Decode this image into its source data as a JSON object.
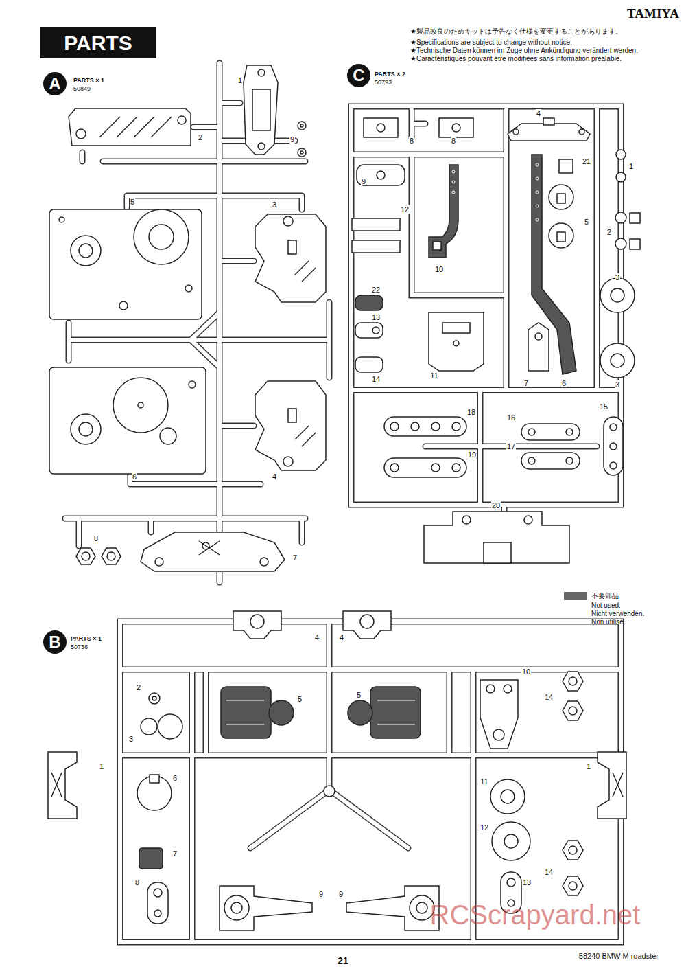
{
  "diagram": {
    "title": "PARTS",
    "nodes": [
      {
        "text": [
          "A"
        ]
      },
      {
        "text": [
          "C"
        ]
      },
      {
        "text": [
          "B"
        ]
      }
    ],
    "labels": [
      "★製品改良のためキットは予告なく仕様を変更することがあります。",
      "★Specifications are subject to change without notice.",
      "★Technische Daten können im Zuge ohne Ankündigung verändert werden.",
      "★Caractéristiques pouvant être modifiées sans information préalable.",
      "TAMIYA",
      "PARTS × 1",
      "50849",
      "1",
      "2",
      "9",
      "5",
      "3",
      "6",
      "4",
      "8",
      "7",
      "PARTS × 2",
      "50793",
      "4",
      "8",
      "8",
      "21",
      "1",
      "9",
      "12",
      "5",
      "2",
      "10",
      "3",
      "22",
      "13",
      "11",
      "14",
      "7",
      "6",
      "3",
      "18",
      "16",
      "15",
      "19",
      "17",
      "20",
      "PARTS × 1",
      "50736",
      "4",
      "4",
      "2",
      "5",
      "5",
      "10",
      "14",
      "3",
      "1",
      "1",
      "6",
      "11",
      "7",
      "12",
      "8",
      "13",
      "14",
      "9",
      "9",
      "Not used.",
      "Nicht verwenden.",
      "Non utilisé.",
      "RCScrapyard.net",
      "21",
      "58240 BMW M roadster"
    ],
    "legend": [
      {
        "text": "不要部品",
        "color": "#666666"
      }
    ]
  }
}
